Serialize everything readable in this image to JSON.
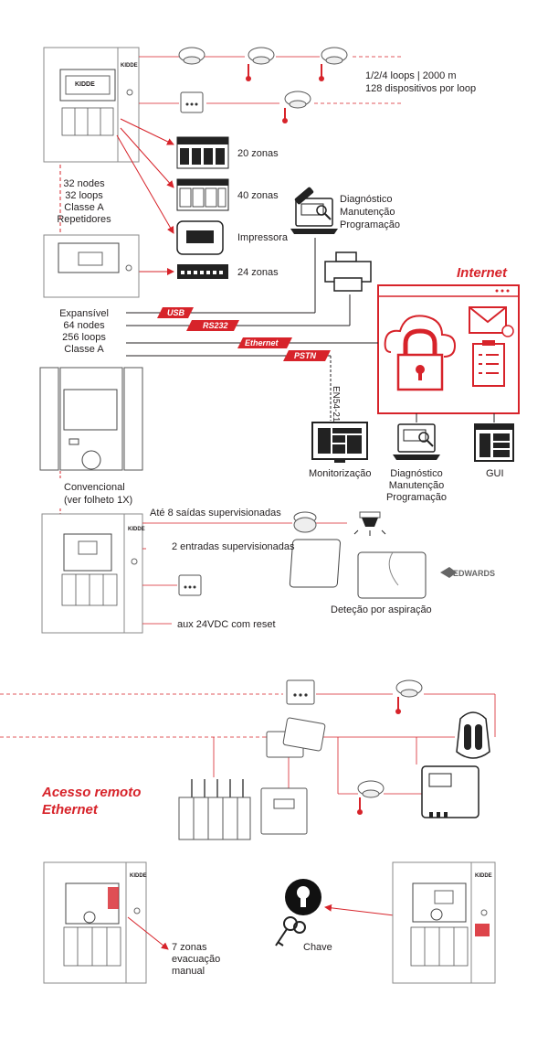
{
  "brand": {
    "panel_logo": "KIDDE",
    "panel_screen_logo": "KIDDE",
    "partner_logo": "EDWARDS"
  },
  "loops_info": {
    "line1": "1/2/4 loops | 2000 m",
    "line2": "128 dispositivos por loop"
  },
  "repeaters": {
    "line1": "32 nodes",
    "line2": "32 loops",
    "line3": "Classe A",
    "line4": "Repetidores"
  },
  "zones": {
    "z20": "20 zonas",
    "z40": "40 zonas",
    "z24": "24 zonas",
    "printer": "Impressora"
  },
  "diag_top": {
    "line1": "Diagnóstico",
    "line2": "Manutenção",
    "line3": "Programação"
  },
  "internet": {
    "title": "Internet"
  },
  "expansion": {
    "line1": "Expansível",
    "line2": "64 nodes",
    "line3": "256 loops",
    "line4": "Classe A"
  },
  "links": {
    "usb": "USB",
    "rs232": "RS232",
    "ethernet": "Ethernet",
    "pstn": "PSTN",
    "en54": "EN54-21"
  },
  "bottom_tools": {
    "monitor": "Monitorização",
    "diag_line1": "Diagnóstico",
    "diag_line2": "Manutenção",
    "diag_line3": "Programação",
    "gui": "GUI"
  },
  "conventional": {
    "line1": "Convencional",
    "line2": "(ver folheto 1X)"
  },
  "supervision": {
    "outputs": "Até 8 saídas supervisionadas",
    "inputs": "2 entradas supervisionadas",
    "aux": "aux 24VDC com reset",
    "aspiration": "Deteção por aspiração"
  },
  "remote": {
    "line1": "Acesso remoto",
    "line2": "Ethernet"
  },
  "evac": {
    "line1": "7 zonas",
    "line2": "evacuação",
    "line3": "manual"
  },
  "key": {
    "label": "Chave"
  },
  "colors": {
    "accent": "#d7232a",
    "ink": "#231f20",
    "panel_line": "#8a8a8a"
  }
}
